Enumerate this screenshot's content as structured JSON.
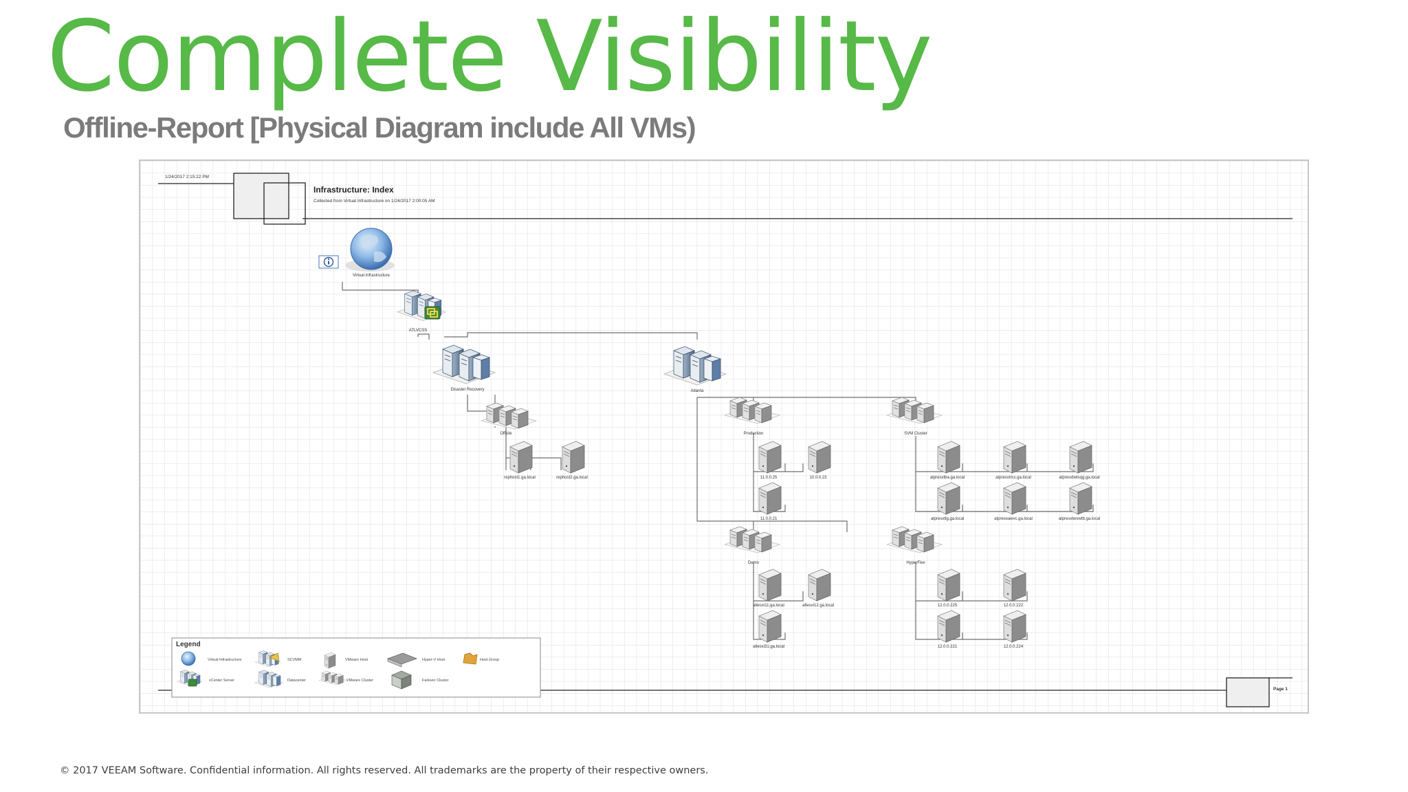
{
  "title": "Complete Visibility",
  "subtitle": "Offline-Report  [Physical Diagram include All VMs)",
  "footer": "© 2017 VEEAM Software. Confidential information. All rights reserved. All trademarks are the property of their respective owners.",
  "report": {
    "timestamp": "1/24/2017 2:15:22 PM",
    "heading": "Infrastructure: Index",
    "collected": "Collected from Virtual Infrastructure on 1/24/2017 2:00:05 AM",
    "page": "Page 1"
  },
  "nodes": {
    "root": "Virtual Infrastructure",
    "vcenter": "ATLVCSS",
    "dc_dr": "Disaster Recovery",
    "dc_atl": "Atlanta",
    "cl_offsite": "Offsite",
    "cl_production": "Production",
    "cl_svm": "SVM Cluster",
    "cl_demo": "Demo",
    "cl_hyperflex": "HyperFlex",
    "h_rephost1": "rephost1.ga.local",
    "h_rephost2": "rephost2.ga.local",
    "h_11_0_0_25": "11.0.0.25",
    "h_10_0_0_23": "10.0.0.23",
    "h_11_0_0_21": "11.0.0.21",
    "h_svm1": "atpresxtba.ga.local",
    "h_svm2": "atpresxtrcs.ga.local",
    "h_svm3": "atpresxtwtsqg.ga.local",
    "h_svm4": "atpresxtlg.ga.local",
    "h_svm5": "atpresxawvc.ga.local",
    "h_svm6": "atpresxtwvwtb.ga.local",
    "h_demo1": "atlesxi11.ga.local",
    "h_demo2": "atlesxi12.ga.local",
    "h_demo3": "atlesxi31.ga.local",
    "h_hf1": "12.0.0.225",
    "h_hf2": "12.0.0.222",
    "h_hf3": "12.0.0.221",
    "h_hf4": "12.0.0.224"
  },
  "legend": {
    "title": "Legend",
    "items": [
      "Virtual Infrastructure",
      "SCVMM",
      "VMware Host",
      "Hyper-V Host",
      "Host Group",
      "vCenter Server",
      "Datacenter",
      "VMware Cluster",
      "Failover Cluster"
    ]
  },
  "icons": {
    "root": "globe-icon",
    "vcenter": "vcenter-server-icon",
    "datacenter": "datacenter-icon",
    "cluster": "cluster-icon",
    "host": "host-server-icon",
    "info": "info-icon"
  },
  "colors": {
    "title_green": "#57b947",
    "subtitle_gray": "#7b7b7b",
    "grid": "#dcdcdc"
  }
}
